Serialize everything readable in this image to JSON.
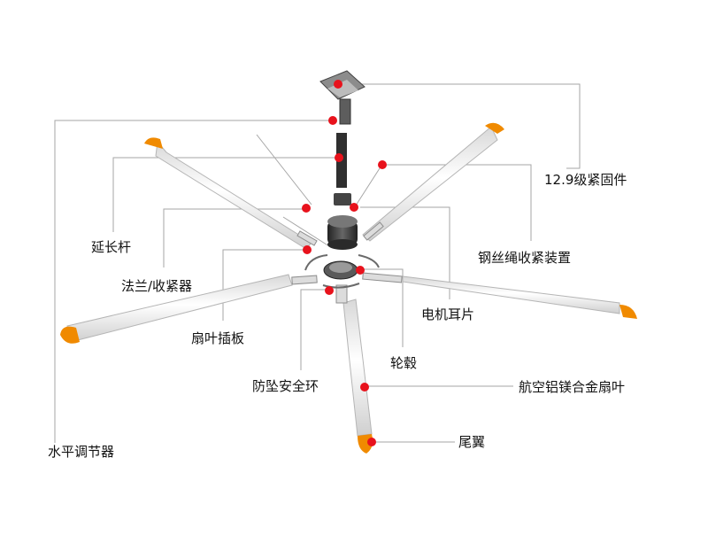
{
  "labels": {
    "fastener": "12.9级紧固件",
    "extension_rod": "延长杆",
    "wire_tensioner": "钢丝绳收紧装置",
    "flange": "法兰/收紧器",
    "motor_lug": "电机耳片",
    "blade_plate": "扇叶插板",
    "hub": "轮毂",
    "safety_ring": "防坠安全环",
    "alloy_blade": "航空铝镁合金扇叶",
    "leveler": "水平调节器",
    "tail_wing": "尾翼"
  },
  "colors": {
    "marker": "#e8121c",
    "leader": "#a6a6a6",
    "blade": "#eeeeee",
    "tip": "#f08a00",
    "metal_dark": "#3a3a3a"
  }
}
